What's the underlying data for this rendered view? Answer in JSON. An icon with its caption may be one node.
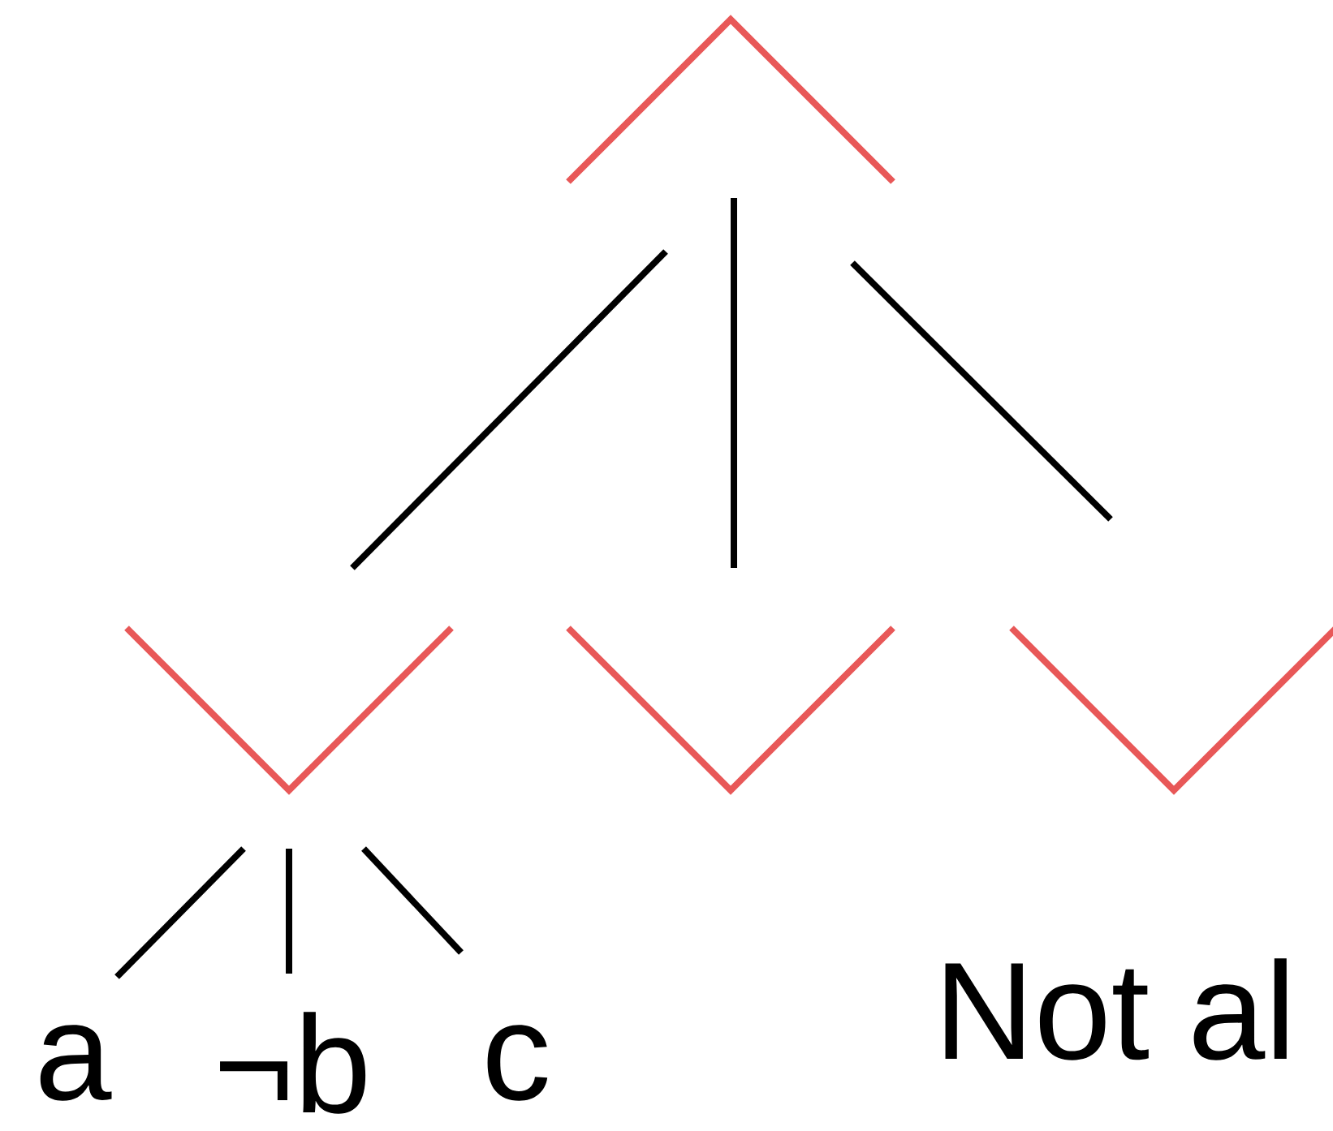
{
  "diagram": {
    "nodes": [
      {
        "text": [],
        "shape": "wedge"
      },
      {
        "text": [],
        "shape": "vee"
      },
      {
        "text": [],
        "shape": "vee"
      },
      {
        "text": [],
        "shape": "vee"
      },
      {
        "text": [
          "a"
        ]
      },
      {
        "text": [
          "¬b"
        ]
      },
      {
        "text": [
          "c"
        ]
      }
    ],
    "edges": [
      {
        "from": 0,
        "to": 1,
        "arrow": "none"
      },
      {
        "from": 0,
        "to": 2,
        "arrow": "none"
      },
      {
        "from": 0,
        "to": 3,
        "arrow": "none"
      },
      {
        "from": 1,
        "to": 4,
        "arrow": "none"
      },
      {
        "from": 1,
        "to": 5,
        "arrow": "none"
      },
      {
        "from": 1,
        "to": 6,
        "arrow": "none"
      }
    ],
    "labels": [
      "Not al"
    ]
  }
}
